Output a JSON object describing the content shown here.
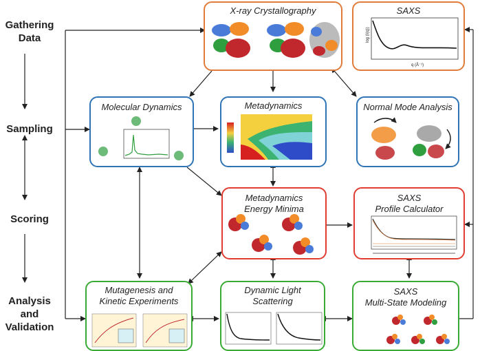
{
  "colors": {
    "data": "#E07B39",
    "sampling": "#2E74B5",
    "scoring": "#E03C31",
    "validation": "#3AAA35"
  },
  "stages": {
    "gathering": "Gathering\nData",
    "sampling": "Sampling",
    "scoring": "Scoring",
    "analysis": "Analysis\nand\nValidation"
  },
  "boxes": {
    "xray": "X-ray Crystallography",
    "saxs": "SAXS",
    "md": "Molecular Dynamics",
    "metad": "Metadynamics",
    "nma": "Normal Mode Analysis",
    "minima": "Metadynamics\nEnergy Minima",
    "profile": "SAXS\nProfile Calculator",
    "mutagenesis": "Mutagenesis and\nKinetic Experiments",
    "dls": "Dynamic Light\nScattering",
    "multistate": "SAXS\nMulti-State Modeling"
  },
  "figure_text": {
    "saxs_ylabel": "log (I(q))",
    "saxs_xlabel": "q (Å⁻¹)"
  },
  "icons": [
    "protein-structure-icon",
    "saxs-curve-icon",
    "md-trajectory-icon",
    "free-energy-map-icon",
    "normal-mode-icon",
    "kinetics-plot-icon",
    "dls-decay-icon",
    "multistate-model-icon"
  ]
}
